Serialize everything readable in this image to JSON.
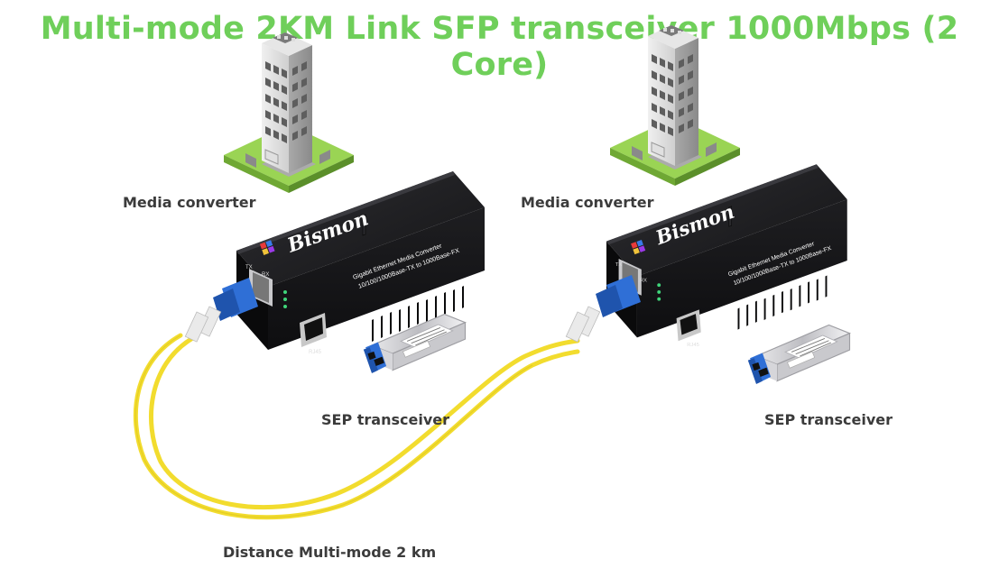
{
  "title": "Multi-mode 2KM Link SFP transceiver 1000Mbps (2 Core)",
  "labels": {
    "media_converter_left": "Media converter",
    "media_converter_right": "Media converter",
    "sfp_left": "SEP transceiver",
    "sfp_right": "SEP transceiver",
    "distance": "Distance Multi-mode 2 km"
  },
  "device": {
    "brand": "Bismon",
    "model_line1": "Gigabit Ethernet Media Converter",
    "model_line2": "10/100/1000Base-TX to 1000Base-FX",
    "port_tx": "TX",
    "port_rx": "RX",
    "port_rj45": "RJ45"
  },
  "colors": {
    "title": "#6fcf5a",
    "fiber": "#f2dc2e",
    "connector": "#2f6fd6",
    "device_body": "#1c1c1e",
    "grass": "#8ed04a"
  },
  "icons": [
    "building-icon",
    "media-converter-device",
    "sfp-module",
    "fiber-cable"
  ]
}
